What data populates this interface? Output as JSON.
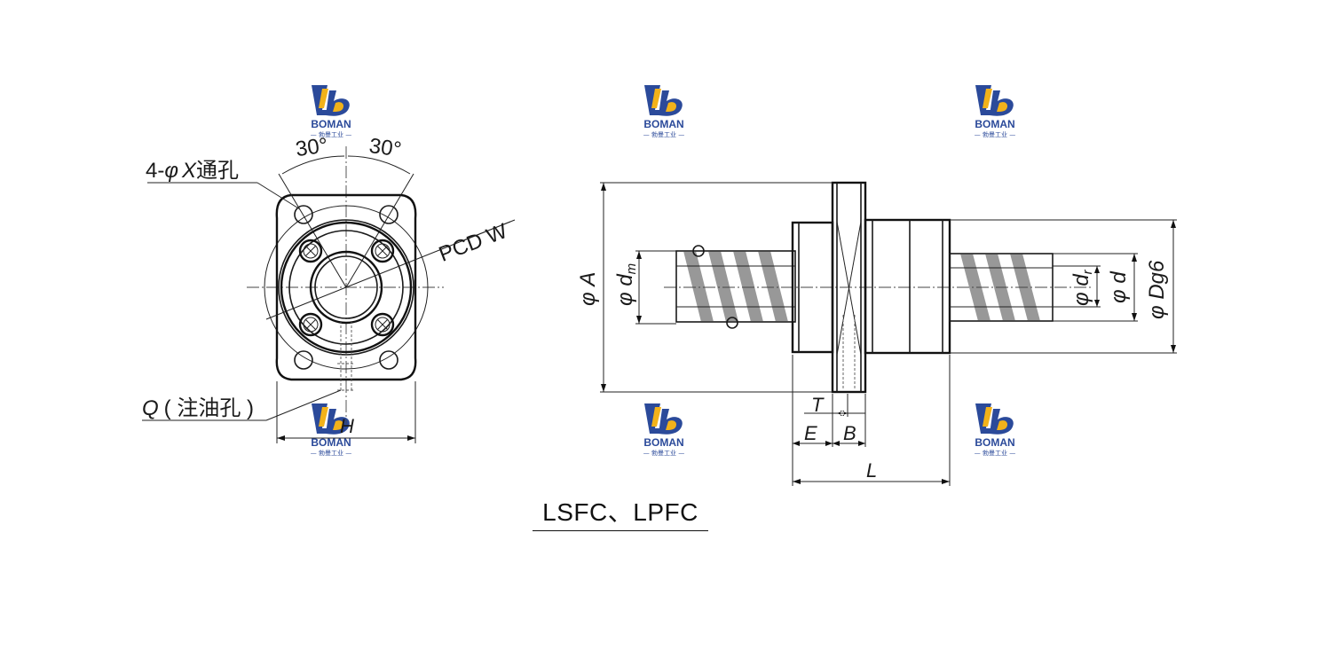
{
  "logo": {
    "name": "BOMAN",
    "sub": "— 勃曼工业 —"
  },
  "front_view": {
    "angle_left": "30°",
    "angle_right": "30°",
    "holes_label_prefix": "4-",
    "holes_label_phi": "φ",
    "holes_label_x": "X",
    "holes_label_suffix": "通孔",
    "pcd_label": "PCD  W",
    "oil_label_q": "Q",
    "oil_label_rest": "( 注油孔 )",
    "h_label": "H"
  },
  "side_view": {
    "phi_a": "φ A",
    "phi_dm": "φ d",
    "dm_sub": "m",
    "phi_dr": "φ d",
    "dr_sub": "r",
    "phi_d": "φ d",
    "phi_dg6": "φ Dg6",
    "t_label": "T",
    "e_label": "E",
    "b_label": "B",
    "l_label": "L"
  },
  "caption": "LSFC、LPFC",
  "colors": {
    "logo_blue": "#2b4a9a",
    "logo_yellow": "#f2b21a",
    "line": "#1a1a1a"
  }
}
